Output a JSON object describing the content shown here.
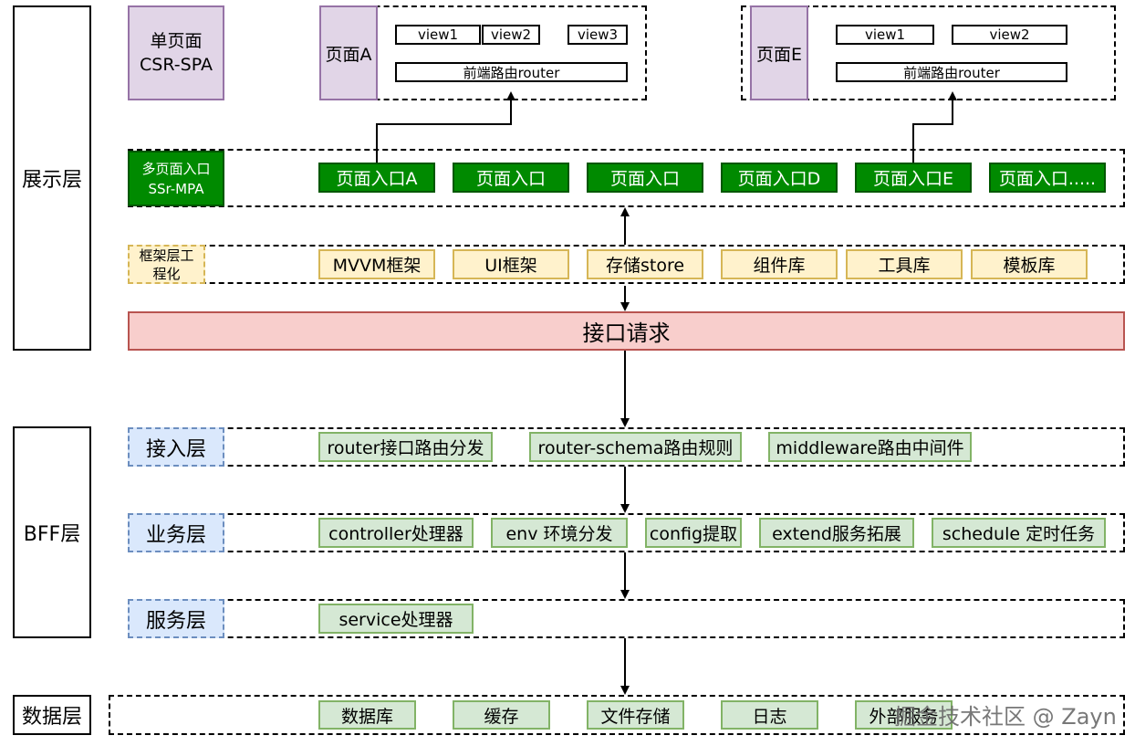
{
  "layers": {
    "display": "展示层",
    "bff": "BFF层",
    "data": "数据层"
  },
  "spa": {
    "line1": "单页面",
    "line2": "CSR-SPA"
  },
  "page_a": {
    "label": "页面A",
    "views": [
      "view1",
      "view2",
      "view3"
    ],
    "router": "前端路由router"
  },
  "page_e": {
    "label": "页面E",
    "views": [
      "view1",
      "view2"
    ],
    "router": "前端路由router"
  },
  "mpa": {
    "line1": "多页面入口",
    "line2": "SSr-MPA",
    "entries": [
      "页面入口A",
      "页面入口",
      "页面入口",
      "页面入口D",
      "页面入口E",
      "页面入口....."
    ]
  },
  "framework": {
    "line1": "框架层工",
    "line2": "程化",
    "items": [
      "MVVM框架",
      "UI框架",
      "存储store",
      "组件库",
      "工具库",
      "模板库"
    ]
  },
  "api_request": "接口请求",
  "access_layer": {
    "label": "接入层",
    "items": [
      "router接口路由分发",
      "router-schema路由规则",
      "middleware路由中间件"
    ]
  },
  "business_layer": {
    "label": "业务层",
    "items": [
      "controller处理器",
      "env 环境分发",
      "config提取",
      "extend服务拓展",
      "schedule 定时任务"
    ]
  },
  "service_layer": {
    "label": "服务层",
    "items": [
      "service处理器"
    ]
  },
  "data_layer": {
    "items": [
      "数据库",
      "缓存",
      "文件存储",
      "日志",
      "外部服务"
    ]
  },
  "watermark": "掘金技术社区 @ Zayn",
  "colors": {
    "purple_fill": "#e1d5e7",
    "green_dark": "#008a00",
    "yellow_fill": "#fff2cc",
    "red_fill": "#f8cecc",
    "blue_fill": "#dae8fc",
    "green_light": "#d5e8d4"
  }
}
